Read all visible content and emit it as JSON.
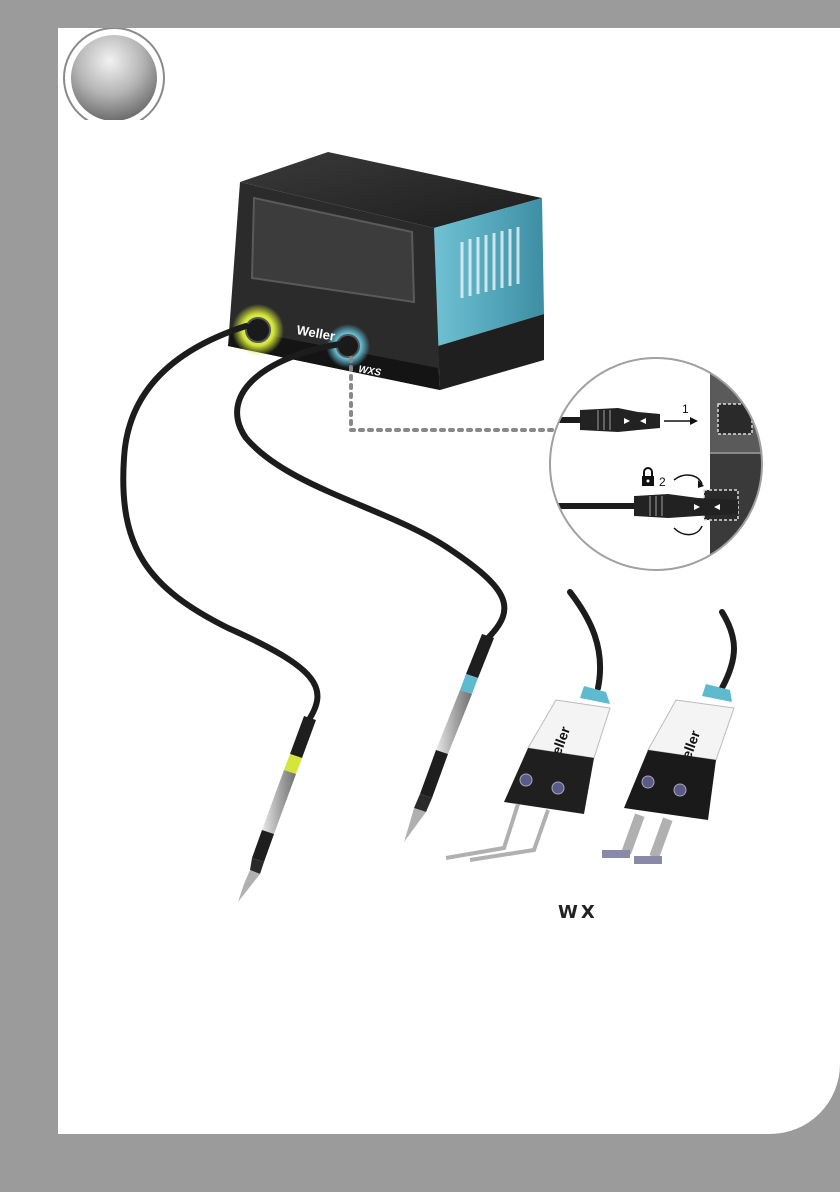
{
  "station": {
    "brand": "Weller",
    "model": "WXS"
  },
  "detail": {
    "step1": "1",
    "step2": "2"
  },
  "tools": [
    {
      "brand": "Weller"
    },
    {
      "brand": "Weller"
    }
  ],
  "label": "WX",
  "colors": {
    "accent_blue": "#5fb9cf",
    "accent_green": "#d4e63a",
    "background_gray": "#9b9b9b"
  }
}
